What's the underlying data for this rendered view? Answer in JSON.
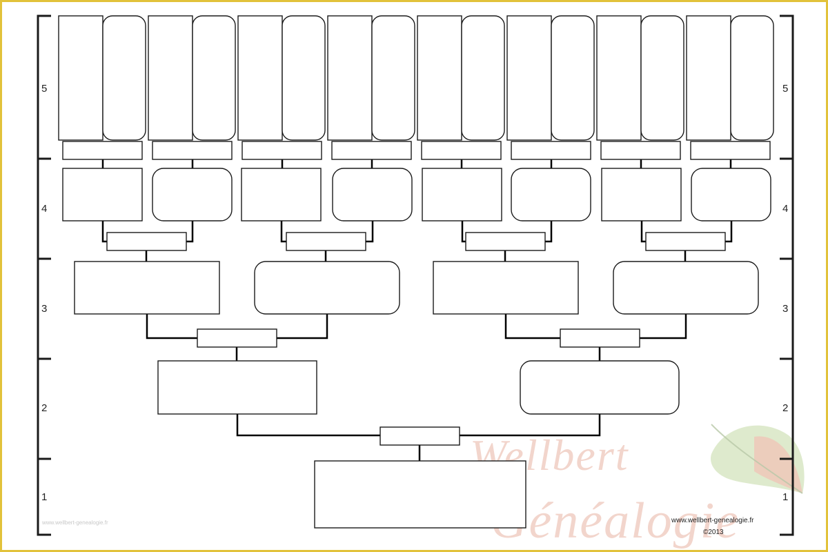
{
  "generations": {
    "left_labels": [
      "5",
      "4",
      "3",
      "2",
      "1"
    ],
    "right_labels": [
      "5",
      "4",
      "3",
      "2",
      "1"
    ]
  },
  "watermark": {
    "line1": "Wellbert",
    "line2": "Généalogie",
    "leaf_icon": "leaf-icon"
  },
  "footer": {
    "url": "www.wellbert-genealogie.fr",
    "copyright": "©2013",
    "faint_left": "www.wellbert-genealogie.fr"
  },
  "colors": {
    "frame": "#e2c23a",
    "line": "#000000",
    "box_stroke": "#1a1a1a",
    "watermark": "#e8b4a4",
    "leaf": "#c9dcb4"
  }
}
